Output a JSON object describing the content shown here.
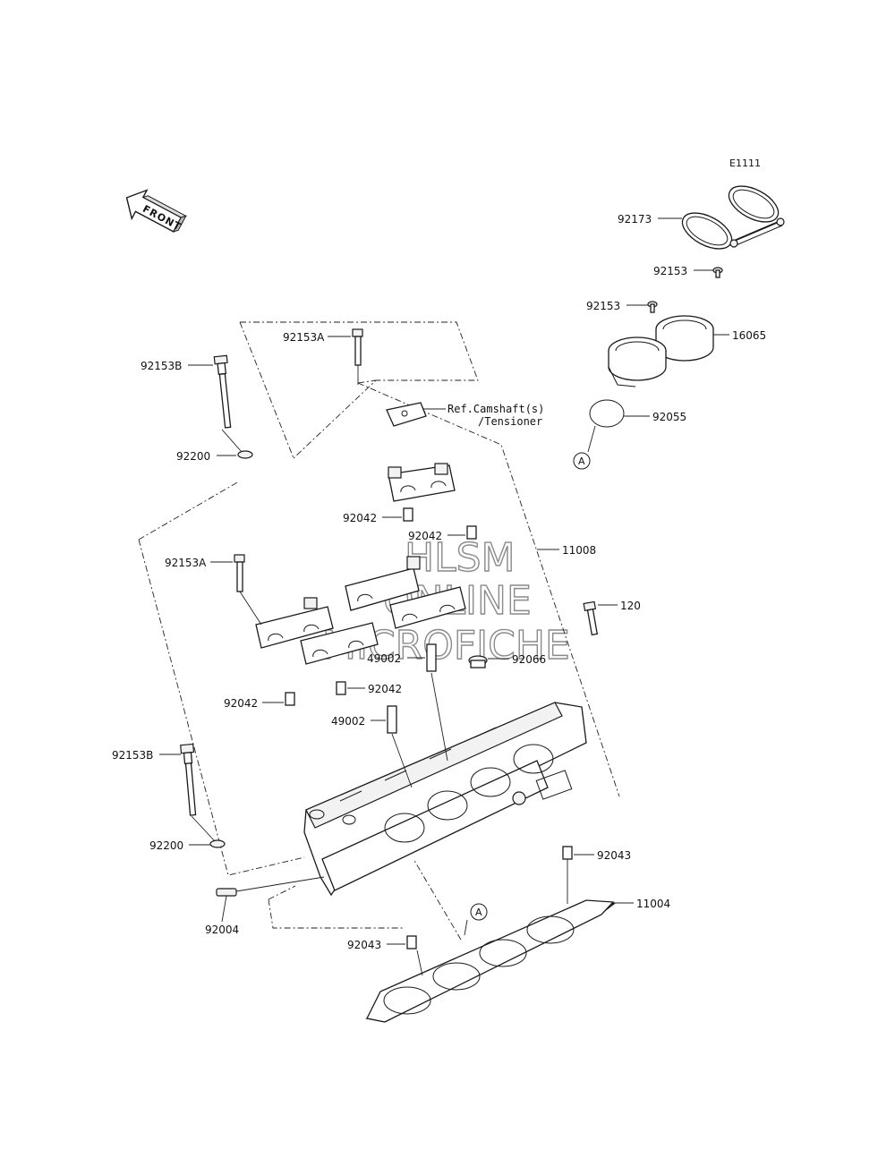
{
  "diagram_id": "E1111",
  "front_marker": "FRONT",
  "ref_note": [
    "Ref.Camshaft(s)",
    "/Tensioner"
  ],
  "watermark": [
    "HLSM",
    "ONLINE",
    "MICROFICHE"
  ],
  "circle_marker": "A",
  "labels": {
    "p92173": "92173",
    "p92153_top": "92153",
    "p92153_mid": "92153",
    "p16065": "16065",
    "p92055": "92055",
    "p92153A_top": "92153A",
    "p92153B_top": "92153B",
    "p92200_top": "92200",
    "p92042_a": "92042",
    "p92042_b": "92042",
    "p11008": "11008",
    "p92153A_mid": "92153A",
    "p120": "120",
    "p49002_a": "49002",
    "p92066": "92066",
    "p92042_c": "92042",
    "p92042_d": "92042",
    "p49002_b": "49002",
    "p92153B_bot": "92153B",
    "p92200_bot": "92200",
    "p92043_a": "92043",
    "p11004": "11004",
    "p92004": "92004",
    "p92043_b": "92043"
  }
}
